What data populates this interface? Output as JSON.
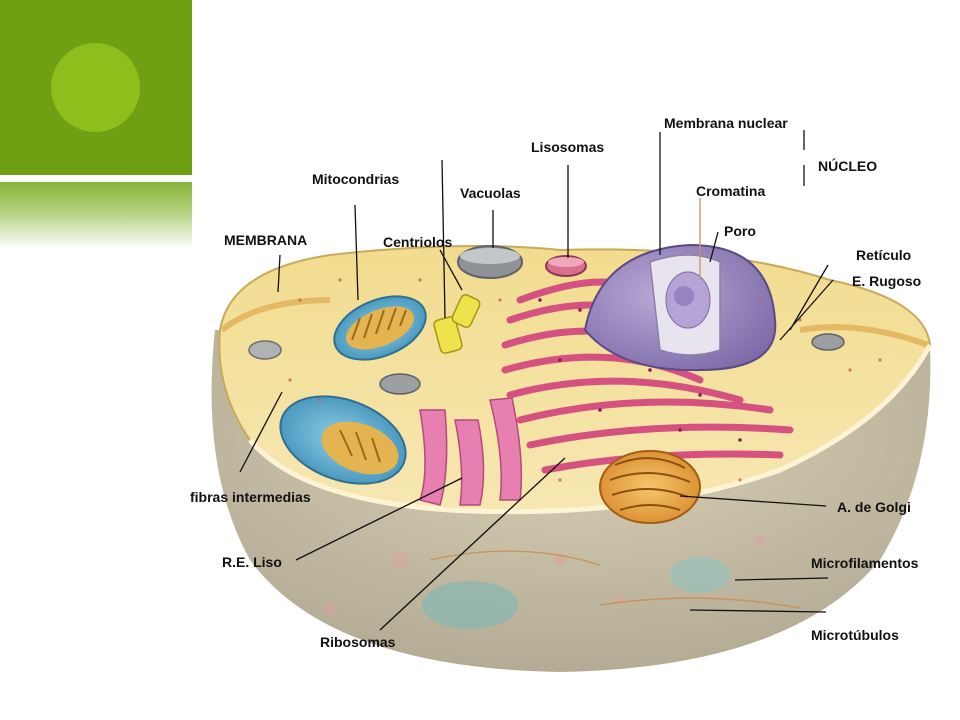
{
  "labels": {
    "membrana_nuclear": "Membrana nuclear",
    "nucleo": "NÚCLEO",
    "lisosomas": "Lisosomas",
    "mitocondrias": "Mitocondrias",
    "vacuolas": "Vacuolas",
    "cromatina": "Cromatina",
    "poro": "Poro",
    "membrana": "MEMBRANA",
    "centriolos": "Centriolos",
    "reticulo_1": "Retículo",
    "reticulo_2": "E. Rugoso",
    "fibras": "fibras intermedias",
    "golgi": "A. de Golgi",
    "re_liso": "R.E. Liso",
    "microfilamentos": "Microfilamentos",
    "ribosomas": "Ribosomas",
    "microtubulos": "Microtúbulos"
  }
}
